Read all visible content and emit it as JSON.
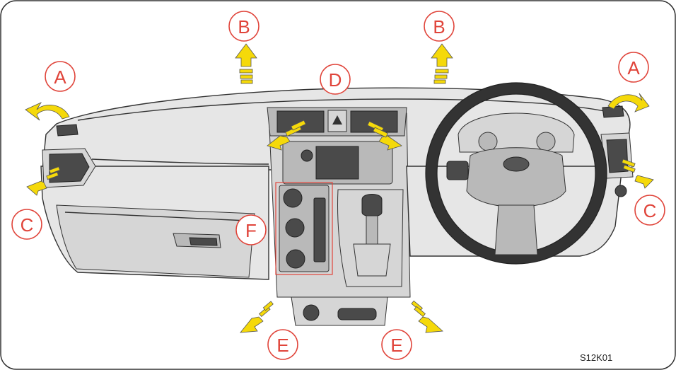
{
  "figure_code": "S12K01",
  "labels": [
    {
      "id": "A-left",
      "text": "A"
    },
    {
      "id": "A-right",
      "text": "A"
    },
    {
      "id": "B-left",
      "text": "B"
    },
    {
      "id": "B-right",
      "text": "B"
    },
    {
      "id": "C-left",
      "text": "C"
    },
    {
      "id": "C-right",
      "text": "C"
    },
    {
      "id": "D",
      "text": "D"
    },
    {
      "id": "E-left",
      "text": "E"
    },
    {
      "id": "E-right",
      "text": "E"
    },
    {
      "id": "F",
      "text": "F"
    }
  ],
  "colors": {
    "label_red": "#e0443a",
    "arrow_yellow": "#f5d90a",
    "dashboard_fill": "#e6e6e6",
    "frame": "#333333"
  }
}
